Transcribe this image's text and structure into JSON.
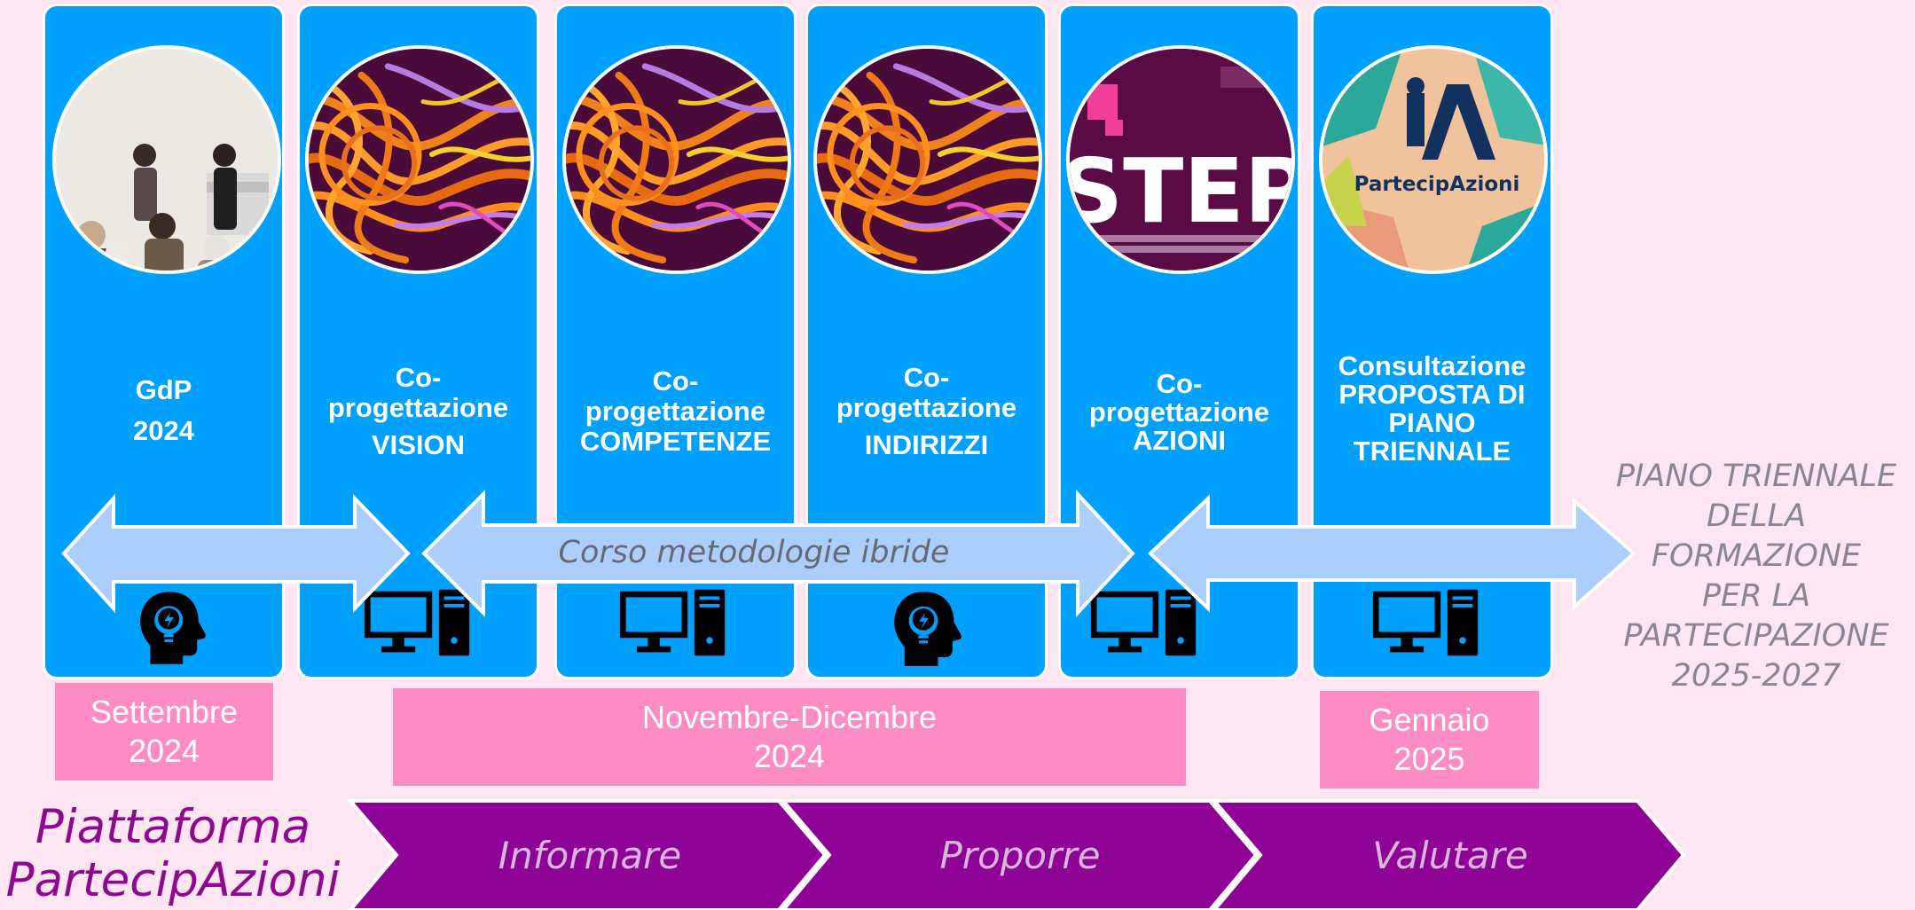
{
  "columns": [
    {
      "title_lines": [
        "GdP",
        "2024"
      ],
      "image": "presentation-photo",
      "icon": "idea-head-icon"
    },
    {
      "title_lines": [
        "Co-",
        "progettazione",
        "VISION"
      ],
      "image": "threads-graphic",
      "icon": "computer-icon"
    },
    {
      "title_lines": [
        "Co-",
        "progettazione",
        "COMPETENZE"
      ],
      "image": "threads-graphic",
      "icon": "computer-icon"
    },
    {
      "title_lines": [
        "Co-",
        "progettazione",
        "INDIRIZZI"
      ],
      "image": "threads-graphic",
      "icon": "idea-head-icon"
    },
    {
      "title_lines": [
        "Co-",
        "progettazione",
        "AZIONI"
      ],
      "image": "step-logo",
      "icon": "computer-icon"
    },
    {
      "title_lines": [
        "Consultazione",
        "PROPOSTA DI",
        "PIANO",
        "TRIENNALE"
      ],
      "image": "partecipazioni-logo",
      "icon": "computer-icon"
    }
  ],
  "step_logo_text": "STEP",
  "partecipazioni_logo_text": "PartecipAzioni",
  "corso_label": "Corso metodologie ibride",
  "dates": [
    {
      "line1": "Settembre",
      "line2": "2024"
    },
    {
      "line1": "Novembre-Dicembre",
      "line2": "2024"
    },
    {
      "line1": "Gennaio",
      "line2": "2025"
    }
  ],
  "piano": [
    "PIANO TRIENNALE",
    "DELLA",
    "FORMAZIONE",
    "PER LA",
    "PARTECIPAZIONE",
    "2025-2027"
  ],
  "piattaforma": [
    "Piattaforma",
    "PartecipAzioni"
  ],
  "chevrons": [
    "Informare",
    "Proporre",
    "Valutare"
  ],
  "colors": {
    "background": "#fde6f1",
    "column": "#00a0fe",
    "arrow": "#abcefc",
    "date_box": "#fd8cc5",
    "chevron": "#8e0295",
    "circle_dark": "#4a0a3a"
  }
}
